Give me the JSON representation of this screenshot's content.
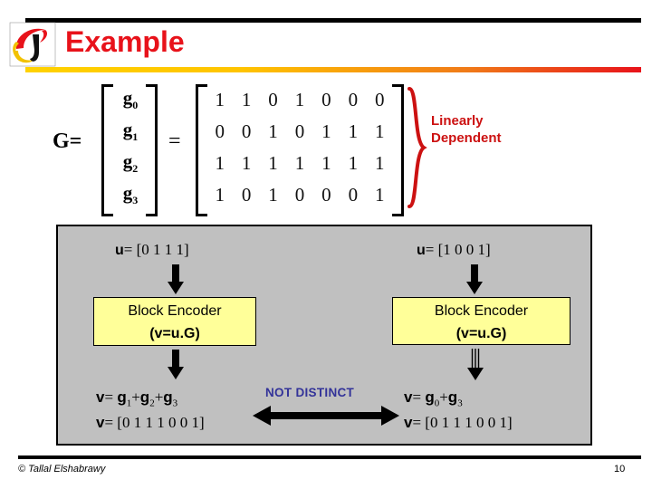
{
  "slide": {
    "title": "Example",
    "page_number": "10",
    "copyright": "© Tallal Elshabrawy",
    "logo_icon": "university-logo-icon"
  },
  "matrix": {
    "g_label": "G=",
    "equals": "=",
    "row_labels": [
      "g0",
      "g1",
      "g2",
      "g3"
    ],
    "rows": [
      [
        "1",
        "1",
        "0",
        "1",
        "0",
        "0",
        "0"
      ],
      [
        "0",
        "0",
        "1",
        "0",
        "1",
        "1",
        "1"
      ],
      [
        "1",
        "1",
        "1",
        "1",
        "1",
        "1",
        "1"
      ],
      [
        "1",
        "0",
        "1",
        "0",
        "0",
        "0",
        "1"
      ]
    ],
    "annotation_line1": "Linearly",
    "annotation_line2": "Dependent",
    "annotation_color": "#cc1111",
    "brace_icon": "right-curly-brace-icon"
  },
  "diagram": {
    "left": {
      "input_prefix": "u",
      "input_eq": "= [0 1 1 1]",
      "encoder_line1": "Block Encoder",
      "encoder_line2": "(v=u.G)",
      "result_line1_prefix": "v",
      "result_line1": "= g1+g2+g3",
      "result_line2_prefix": "v",
      "result_line2": "= [0 1 1 1 0 0 1]",
      "arrow_in_icon": "down-arrow-icon",
      "arrow_out_icon": "down-arrow-icon"
    },
    "right": {
      "input_prefix": "u",
      "input_eq": "= [1 0 0 1]",
      "encoder_line1": "Block Encoder",
      "encoder_line2": "(v=u.G)",
      "result_line1_prefix": "v",
      "result_line1": "= g0+g3",
      "result_line2_prefix": "v",
      "result_line2": "= [0 1 1 1 0 0 1]",
      "arrow_in_icon": "down-arrow-icon",
      "arrow_out_icon": "double-line-down-arrow-icon"
    },
    "comparison": {
      "label": "NOT DISTINCT",
      "label_color": "#333399",
      "arrow_icon": "double-headed-horizontal-arrow-icon"
    },
    "panel_color": "#c0c0c0",
    "encoder_box_color": "#ffff99"
  }
}
